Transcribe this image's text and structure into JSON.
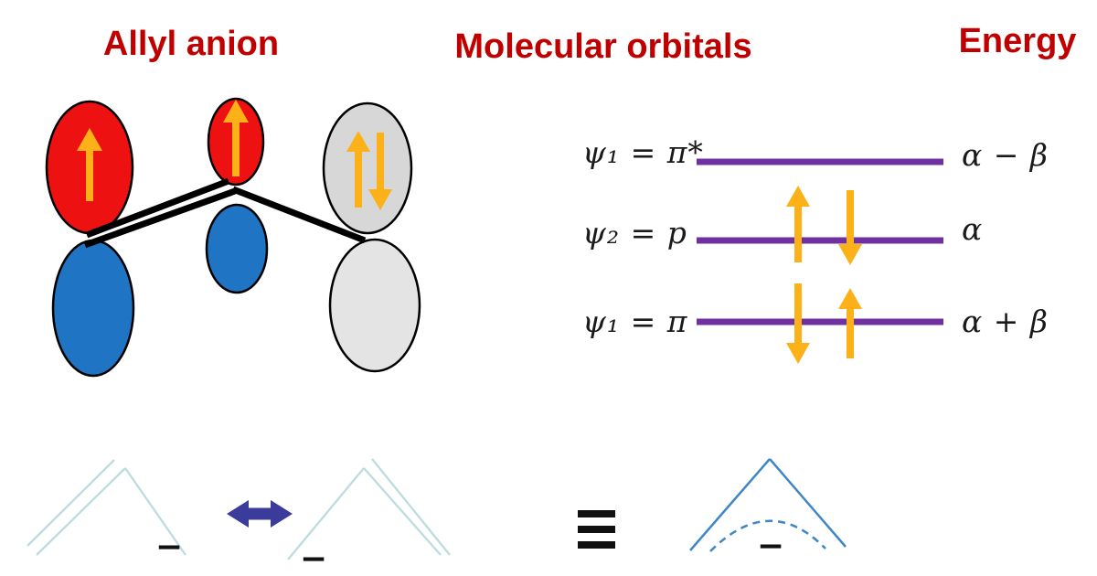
{
  "titles": {
    "allyl_anion": "Allyl anion",
    "molecular_orbitals": "Molecular orbitals",
    "energy": "Energy"
  },
  "title_color": "#C00000",
  "mo_diagram": {
    "levels": [
      {
        "label": "ψ₁ = π*",
        "energy_label": "α − β",
        "electrons": []
      },
      {
        "label": "ψ₂ = p",
        "energy_label": "α",
        "electrons": [
          "up",
          "down"
        ]
      },
      {
        "label": "ψ₁ = π",
        "energy_label": "α + β",
        "electrons": [
          "down",
          "up"
        ]
      }
    ],
    "level_line_color": "#7030A0",
    "electron_arrow_color": "#FBB117"
  },
  "molecule": {
    "p_orbitals": [
      {
        "position": "left",
        "top_lobe_color": "#EE1111",
        "bottom_lobe_color": "#1F74C4",
        "electrons": [
          "up"
        ]
      },
      {
        "position": "center",
        "top_lobe_color": "#EE1111",
        "bottom_lobe_color": "#1F74C4",
        "electrons": [
          "up"
        ]
      },
      {
        "position": "right",
        "top_lobe_color": "#D7D7D7",
        "bottom_lobe_color": "#E4E4E4",
        "electrons": [
          "up",
          "down"
        ]
      }
    ],
    "bond_color": "#000000"
  },
  "resonance": {
    "equivalence_symbol": "≡",
    "left_structure_charge": "−",
    "right_structure_charge": "−",
    "delocalized_charge": "−",
    "skeleton_color_light": "#BCDCDE",
    "delocalized_color": "#3E86C6",
    "resonance_arrow_color": "#3B3B9C"
  }
}
